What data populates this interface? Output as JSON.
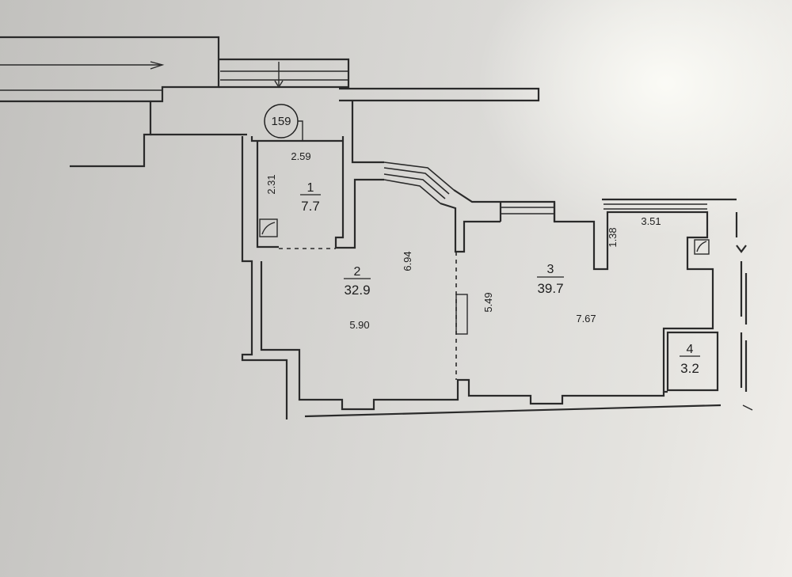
{
  "building_number": "159",
  "rooms": [
    {
      "number": "1",
      "area": "7.7"
    },
    {
      "number": "2",
      "area": "32.9"
    },
    {
      "number": "3",
      "area": "39.7"
    },
    {
      "number": "4",
      "area": "3.2"
    }
  ],
  "dimensions": {
    "room1_width": "2.59",
    "room1_length": "2.31",
    "room2_length": "6.94",
    "room2_width": "5.90",
    "room3_width_top": "3.51",
    "room3_niche": "1.38",
    "room3_length": "5.49",
    "room3_width": "7.67"
  }
}
